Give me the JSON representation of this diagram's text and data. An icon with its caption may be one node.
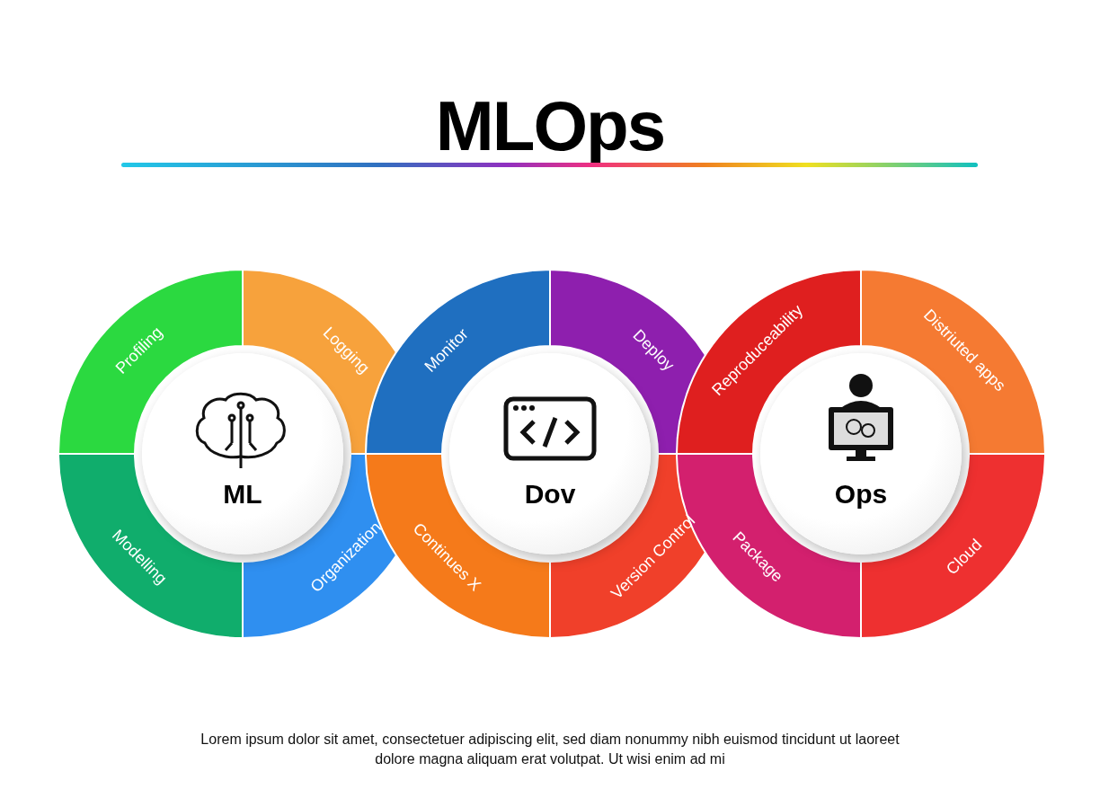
{
  "diagram": {
    "title": "MLOps",
    "caption": "Lorem ipsum dolor sit amet, consectetuer adipiscing elit, sed diam nonummy nibh euismod tincidunt ut laoreet dolore magna aliquam erat volutpat. Ut wisi enim ad mi",
    "nodes": [
      {
        "text": [
          "Profiling"
        ]
      },
      {
        "text": [
          "Logging"
        ]
      },
      {
        "text": [
          "ML"
        ]
      },
      {
        "text": [
          "Modelling"
        ]
      },
      {
        "text": [
          "Organization"
        ]
      },
      {
        "text": [
          "Monitor"
        ]
      },
      {
        "text": [
          "Deploy"
        ]
      },
      {
        "text": [
          "Dov"
        ]
      },
      {
        "text": [
          "Continues X"
        ]
      },
      {
        "text": [
          "Version Control"
        ]
      },
      {
        "text": [
          "Reproduceability"
        ]
      },
      {
        "text": [
          "Distriuted apps"
        ]
      },
      {
        "text": [
          "Ops"
        ]
      },
      {
        "text": [
          "Package"
        ]
      },
      {
        "text": [
          "Cloud"
        ]
      }
    ]
  }
}
